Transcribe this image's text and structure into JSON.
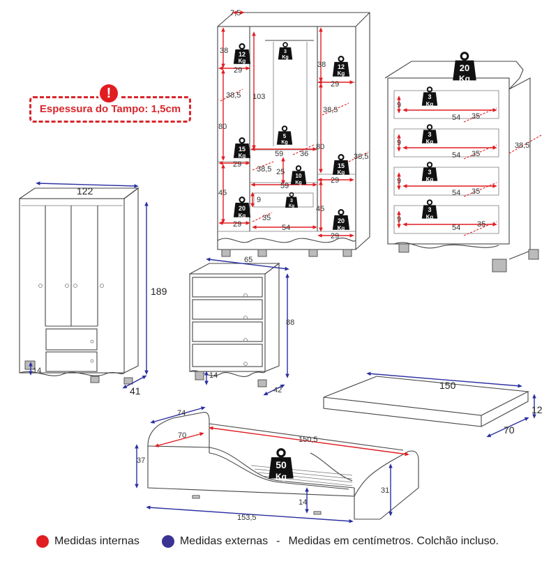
{
  "note": {
    "label": "Espessura do Tampo: 1,5cm",
    "icon": "exclamation-icon",
    "color": "#d8262c"
  },
  "legend": {
    "internal_label": "Medidas internas",
    "internal_color": "#e11d22",
    "external_label": "Medidas externas",
    "external_color": "#3b3393",
    "separator": "-",
    "units_note": "Medidas em centímetros. Colchão incluso."
  },
  "wardrobe": {
    "width": "122",
    "height": "189",
    "depth": "41",
    "foot": "14"
  },
  "wardrobe_interior": {
    "top": "7,5",
    "shelf_h_left": "38",
    "shelf_w_left": "29",
    "mid_depth_left": "38,5",
    "left_section_h": "80",
    "left_low_w": "29",
    "low_depth": "38,5",
    "left_low_h": "45",
    "bottom_w_left": "29",
    "hang_h": "103",
    "hang_w": "59",
    "hang_depth": "36",
    "drawer_h": "25",
    "drawer_w": "59",
    "drawer_small_h": "9",
    "drawer_depth": "35",
    "drawer_width2": "54",
    "right_top_h": "38",
    "right_w": "29",
    "right_depth": "38,5",
    "right_mid_h": "80",
    "right_w2": "29",
    "right_low_h": "45",
    "right_bottom_w": "29",
    "outer_depth": "38,5",
    "weights": {
      "w12a": [
        "12",
        "Kg"
      ],
      "w12b": [
        "12",
        "Kg"
      ],
      "w3": [
        "3",
        "Kg"
      ],
      "w15a": [
        "15",
        "Kg"
      ],
      "w15b": [
        "15",
        "Kg"
      ],
      "w5": [
        "5",
        "Kg"
      ],
      "w10": [
        "10",
        "Kg"
      ],
      "w3b": [
        "3",
        "Kg"
      ],
      "w20a": [
        "20",
        "Kg"
      ],
      "w20b": [
        "20",
        "Kg"
      ]
    }
  },
  "chest": {
    "width": "65",
    "height": "88",
    "depth": "42",
    "foot": "14"
  },
  "chest_interior": {
    "top_weight": [
      "20",
      "Kg"
    ],
    "drawer_weight": [
      "3",
      "Kg"
    ],
    "drawer_h": "9",
    "drawer_w": "54",
    "drawer_d": "35",
    "outer_depth": "38,5"
  },
  "mattress": {
    "length": "150",
    "height": "12",
    "width": "70"
  },
  "bed": {
    "outer_width": "74",
    "inner_width": "70",
    "inner_length": "150,5",
    "height": "37",
    "base_height": "31",
    "floor": "14",
    "outer_length": "153,5",
    "weight": [
      "50",
      "Kg"
    ]
  }
}
